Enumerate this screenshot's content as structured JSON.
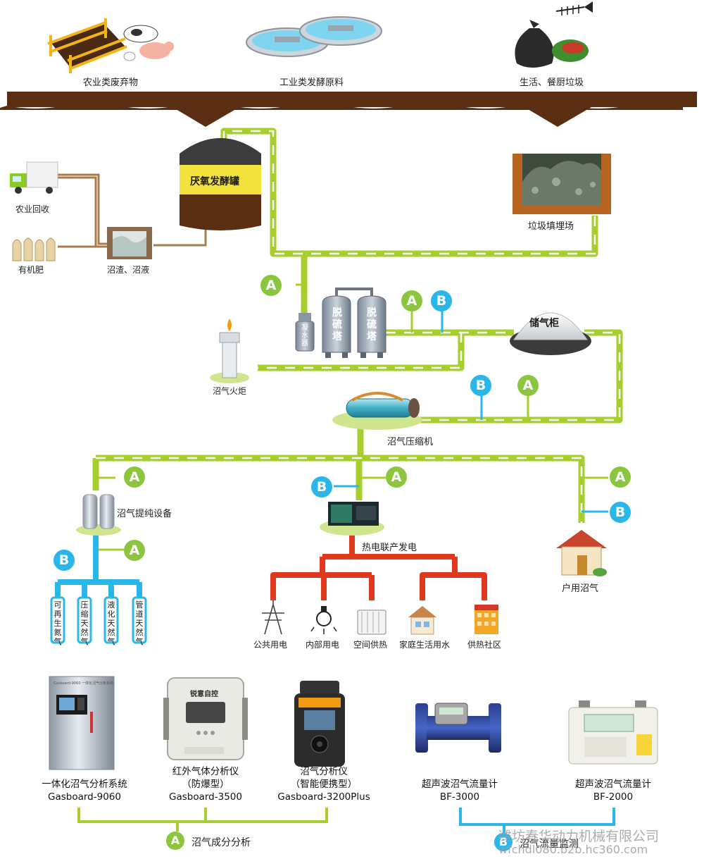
{
  "sources": {
    "agri_waste": "农业类废弃物",
    "industrial": "工业类发酵原料",
    "household": "生活、餐厨垃圾"
  },
  "nodes": {
    "digester": "厌氧发酵罐",
    "truck": "农业回收",
    "fertilizer": "有机肥",
    "residue": "沼渣、沼液",
    "landfill": "垃圾填埋场",
    "condenser": "凝水器",
    "desulfur1": "脱硫塔",
    "desulfur2": "脱硫塔",
    "gas_holder": "储气柜",
    "torch": "沼气火炬",
    "compressor": "沼气压缩机",
    "purifier": "沼气提纯设备",
    "chp": "热电联产发电",
    "household_gas": "户用沼气"
  },
  "purified_outputs": [
    "可再生氮气",
    "压缩天然气",
    "液化天然气",
    "管道天然气"
  ],
  "chp_outputs": [
    "公共用电",
    "内部用电",
    "空间供热",
    "家庭生活用水",
    "供热社区"
  ],
  "badges": {
    "a": "A",
    "b": "B"
  },
  "products": [
    {
      "line1": "一体化沼气分析系统",
      "line2": "Gasboard-9060"
    },
    {
      "line1": "红外气体分析仪",
      "line2": "（防爆型）",
      "line3": "Gasboard-3500"
    },
    {
      "line1": "沼气分析仪",
      "line2": "（智能便携型）",
      "line3": "Gasboard-3200Plus"
    },
    {
      "line1": "超声波沼气流量计",
      "line2": "BF-3000"
    },
    {
      "line1": "超声波沼气流量计",
      "line2": "BF-2000"
    }
  ],
  "product_labels": {
    "cabinet_brand": "Gasboard-9060 一体化沼气分析系统",
    "analyzer_brand": "锐意自控"
  },
  "legend": {
    "a_label": "沼气成分分析",
    "b_label": "沼气流量监测"
  },
  "watermark": {
    "company": "潍坊春华动力机械有限公司",
    "url": "wfchdl080.b2b.hc360.com"
  },
  "colors": {
    "gas_pipe": "#a6cf2e",
    "purified_pipe": "#29b6e8",
    "power_line": "#e03a1e",
    "badge_a": "#8cc63f",
    "badge_b": "#29b6e8",
    "ground": "#5a2e12",
    "waste_line": "#a87c4f"
  }
}
